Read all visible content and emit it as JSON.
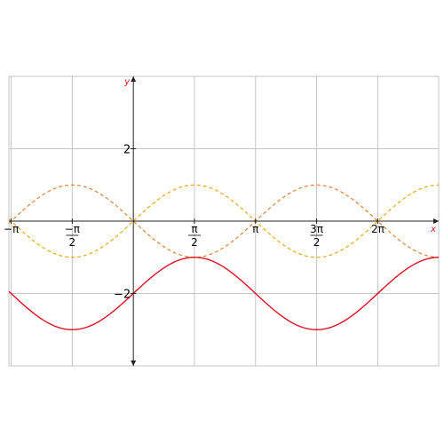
{
  "chart_data": {
    "type": "line",
    "title": "",
    "xlabel": "x",
    "ylabel": "y",
    "xlim": [
      -3.2,
      7.85
    ],
    "ylim": [
      -4.0,
      4.0
    ],
    "x_grid": [
      -3.14159,
      -1.5708,
      0,
      1.5708,
      3.14159,
      4.71239,
      6.28319
    ],
    "y_grid": [
      -4,
      -2,
      0,
      2,
      4
    ],
    "grid": true,
    "x_ticks": [
      {
        "value": -3.14159,
        "label": "−π"
      },
      {
        "value": -1.5708,
        "num": "−π",
        "den": "2"
      },
      {
        "value": 1.5708,
        "num": "π",
        "den": "2"
      },
      {
        "value": 3.14159,
        "label": "π"
      },
      {
        "value": 4.71239,
        "num": "3π",
        "den": "2"
      },
      {
        "value": 6.28319,
        "label": "2π"
      }
    ],
    "y_ticks": [
      {
        "value": 2,
        "label": "2"
      },
      {
        "value": -2,
        "label": "−2"
      }
    ],
    "series": [
      {
        "function": "sin(x)",
        "color": "#e8a000",
        "style": "dashed"
      },
      {
        "function": "-sin(x)",
        "color": "#e07820",
        "style": "dashed"
      },
      {
        "function": "sin(x) - 2",
        "color": "#dd1122",
        "style": "solid"
      }
    ],
    "colors": {
      "grid": "#c4c4c4",
      "axis": "#222222",
      "axis_label": "#dd1122",
      "tick_text": "#000000"
    }
  }
}
